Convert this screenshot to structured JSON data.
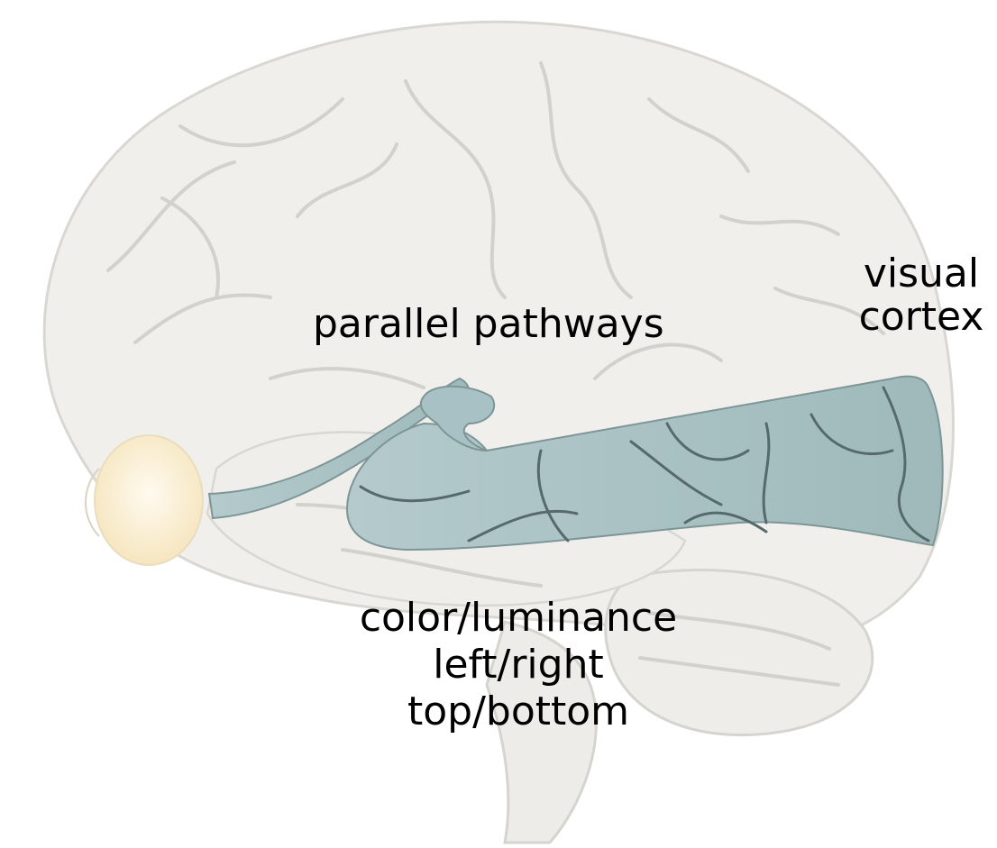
{
  "labels": {
    "parallel_pathways": "parallel pathways",
    "visual_cortex": [
      "visual",
      "cortex"
    ],
    "properties": [
      "color/luminance",
      "left/right",
      "top/bottom"
    ]
  },
  "colors": {
    "background": "#ffffff",
    "brain_fill": "#f0efec",
    "brain_stroke": "#d9d7d2",
    "eye_fill": "#fbf1d6",
    "pathway_fill": "#a9c3c6",
    "pathway_stroke": "#7d9597",
    "text": "#000000"
  }
}
